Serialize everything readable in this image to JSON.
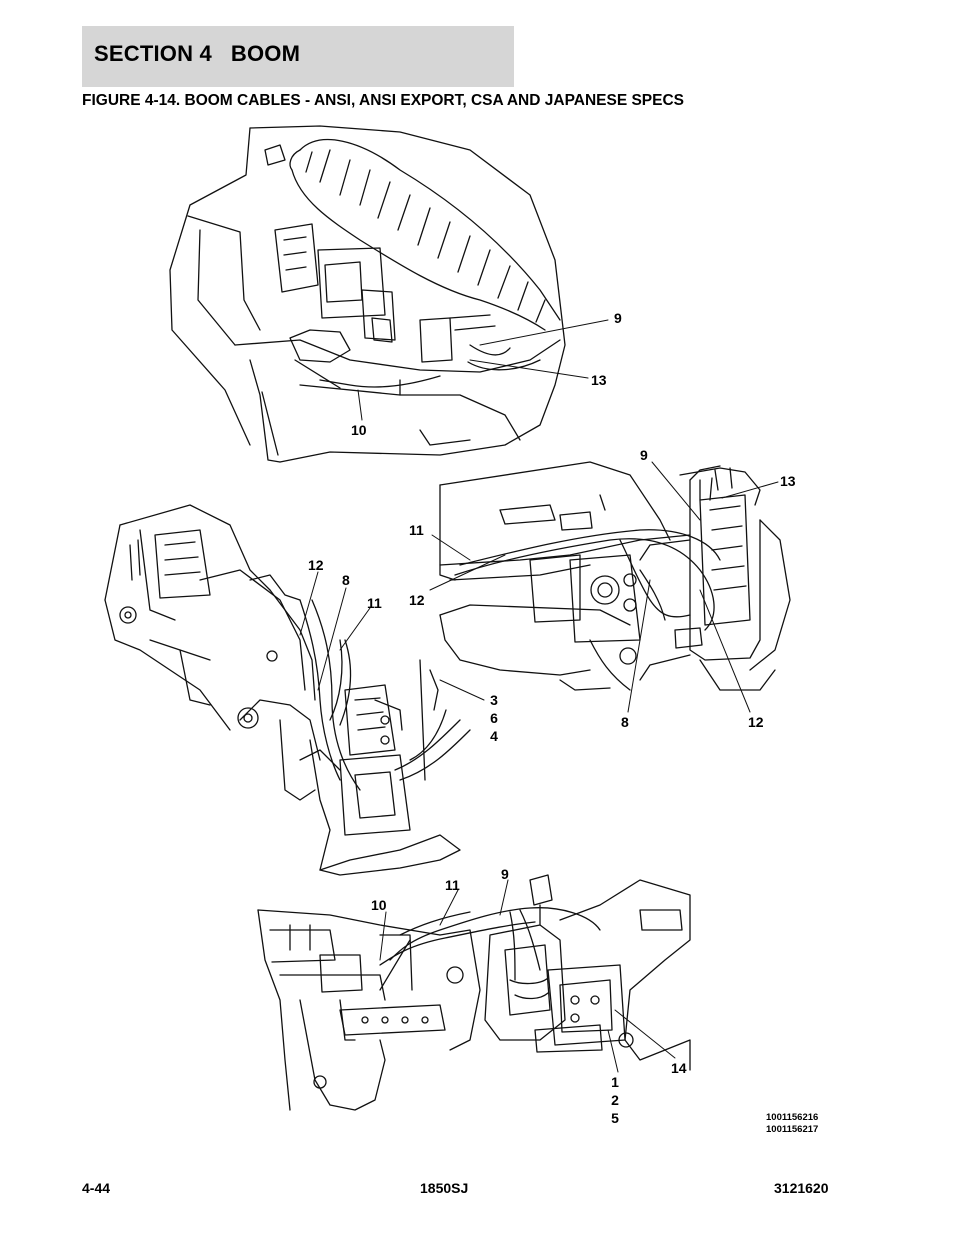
{
  "header": {
    "section_title": "SECTION 4   BOOM",
    "figure_title": "FIGURE 4-14. BOOM CABLES - ANSI, ANSI EXPORT, CSA AND JAPANESE SPECS"
  },
  "callouts": {
    "top": {
      "c9": "9",
      "c13": "13",
      "c10": "10"
    },
    "middle_right": {
      "c9": "9",
      "c13": "13",
      "c11": "11",
      "c12a": "12",
      "c8": "8",
      "c12b": "12"
    },
    "middle_left": {
      "c12": "12",
      "c8": "8",
      "c11": "11",
      "c3": "3",
      "c6": "6",
      "c4": "4"
    },
    "bottom": {
      "c11": "11",
      "c9": "9",
      "c10": "10",
      "c14": "14",
      "c1": "1",
      "c2": "2",
      "c5": "5"
    }
  },
  "drawing_numbers": [
    "1001156216",
    "1001156217"
  ],
  "footer": {
    "page": "4-44",
    "model": "1850SJ",
    "doc_number": "3121620"
  }
}
